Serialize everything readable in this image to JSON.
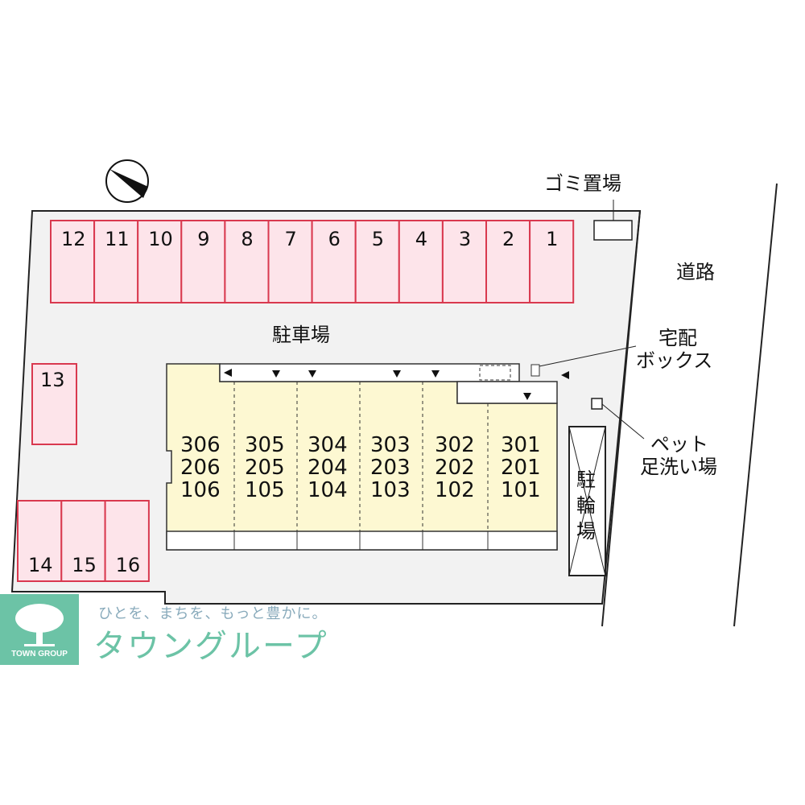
{
  "labels": {
    "garbage": "ゴミ置場",
    "road": "道路",
    "parking_lot": "駐車場",
    "delivery_box_line1": "宅配",
    "delivery_box_line2": "ボックス",
    "pet_wash_line1": "ペット",
    "pet_wash_line2": "足洗い場",
    "bicycle_parking": "駐輪場"
  },
  "parking_spaces_top": [
    "12",
    "11",
    "10",
    "9",
    "8",
    "7",
    "6",
    "5",
    "4",
    "3",
    "2",
    "1"
  ],
  "parking_space_side": "13",
  "parking_spaces_bottom": [
    "14",
    "15",
    "16"
  ],
  "units": [
    {
      "floor3": "306",
      "floor2": "206",
      "floor1": "106"
    },
    {
      "floor3": "305",
      "floor2": "205",
      "floor1": "105"
    },
    {
      "floor3": "304",
      "floor2": "204",
      "floor1": "104"
    },
    {
      "floor3": "303",
      "floor2": "203",
      "floor1": "103"
    },
    {
      "floor3": "302",
      "floor2": "202",
      "floor1": "102"
    },
    {
      "floor3": "301",
      "floor2": "201",
      "floor1": "101"
    }
  ],
  "brand": {
    "tagline": "ひとを、まちを、もっと豊かに。",
    "name": "タウングループ",
    "logo_text": "TOWN GROUP"
  },
  "colors": {
    "parking_fill": "#fde4ea",
    "parking_stroke": "#d9394f",
    "building_fill": "#fdf8d2",
    "lot_fill": "#f2f2f2",
    "brand": "#6cc3a6"
  },
  "compass": "north-arrow-icon"
}
